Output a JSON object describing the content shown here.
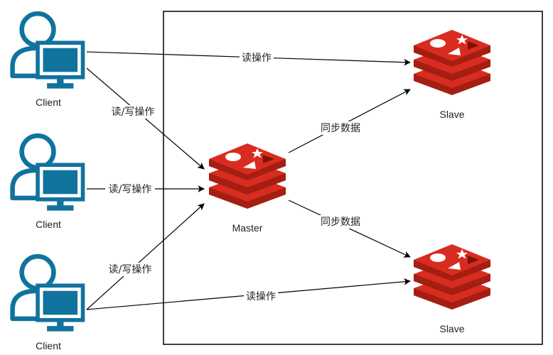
{
  "colors": {
    "client_outline": "#10739E",
    "client_fill": "#FFFFFF",
    "redis_red": "#D82C20",
    "redis_dark": "#A41E11",
    "redis_light": "#FFFFFF",
    "edge": "#000000",
    "boundary": "#000000"
  },
  "nodes": {
    "client_top": {
      "label": "Client",
      "icon": "user-computer-icon"
    },
    "client_mid": {
      "label": "Client",
      "icon": "user-computer-icon"
    },
    "client_bottom": {
      "label": "Client",
      "icon": "user-computer-icon"
    },
    "master": {
      "label": "Master",
      "icon": "redis-icon"
    },
    "slave_top": {
      "label": "Slave",
      "icon": "redis-icon"
    },
    "slave_bottom": {
      "label": "Slave",
      "icon": "redis-icon"
    }
  },
  "edges": {
    "top_client_to_slave": {
      "label": "读操作",
      "from": "client_top",
      "to": "slave_top"
    },
    "top_client_to_master": {
      "label": "读/写操作",
      "from": "client_top",
      "to": "master"
    },
    "mid_client_to_master": {
      "label": "读/写操作",
      "from": "client_mid",
      "to": "master"
    },
    "bottom_client_to_master": {
      "label": "读/写操作",
      "from": "client_bottom",
      "to": "master"
    },
    "bottom_client_to_slave": {
      "label": "读操作",
      "from": "client_bottom",
      "to": "slave_bottom"
    },
    "master_to_slave_top": {
      "label": "同步数据",
      "from": "master",
      "to": "slave_top"
    },
    "master_to_slave_bottom": {
      "label": "同步数据",
      "from": "master",
      "to": "slave_bottom"
    }
  }
}
